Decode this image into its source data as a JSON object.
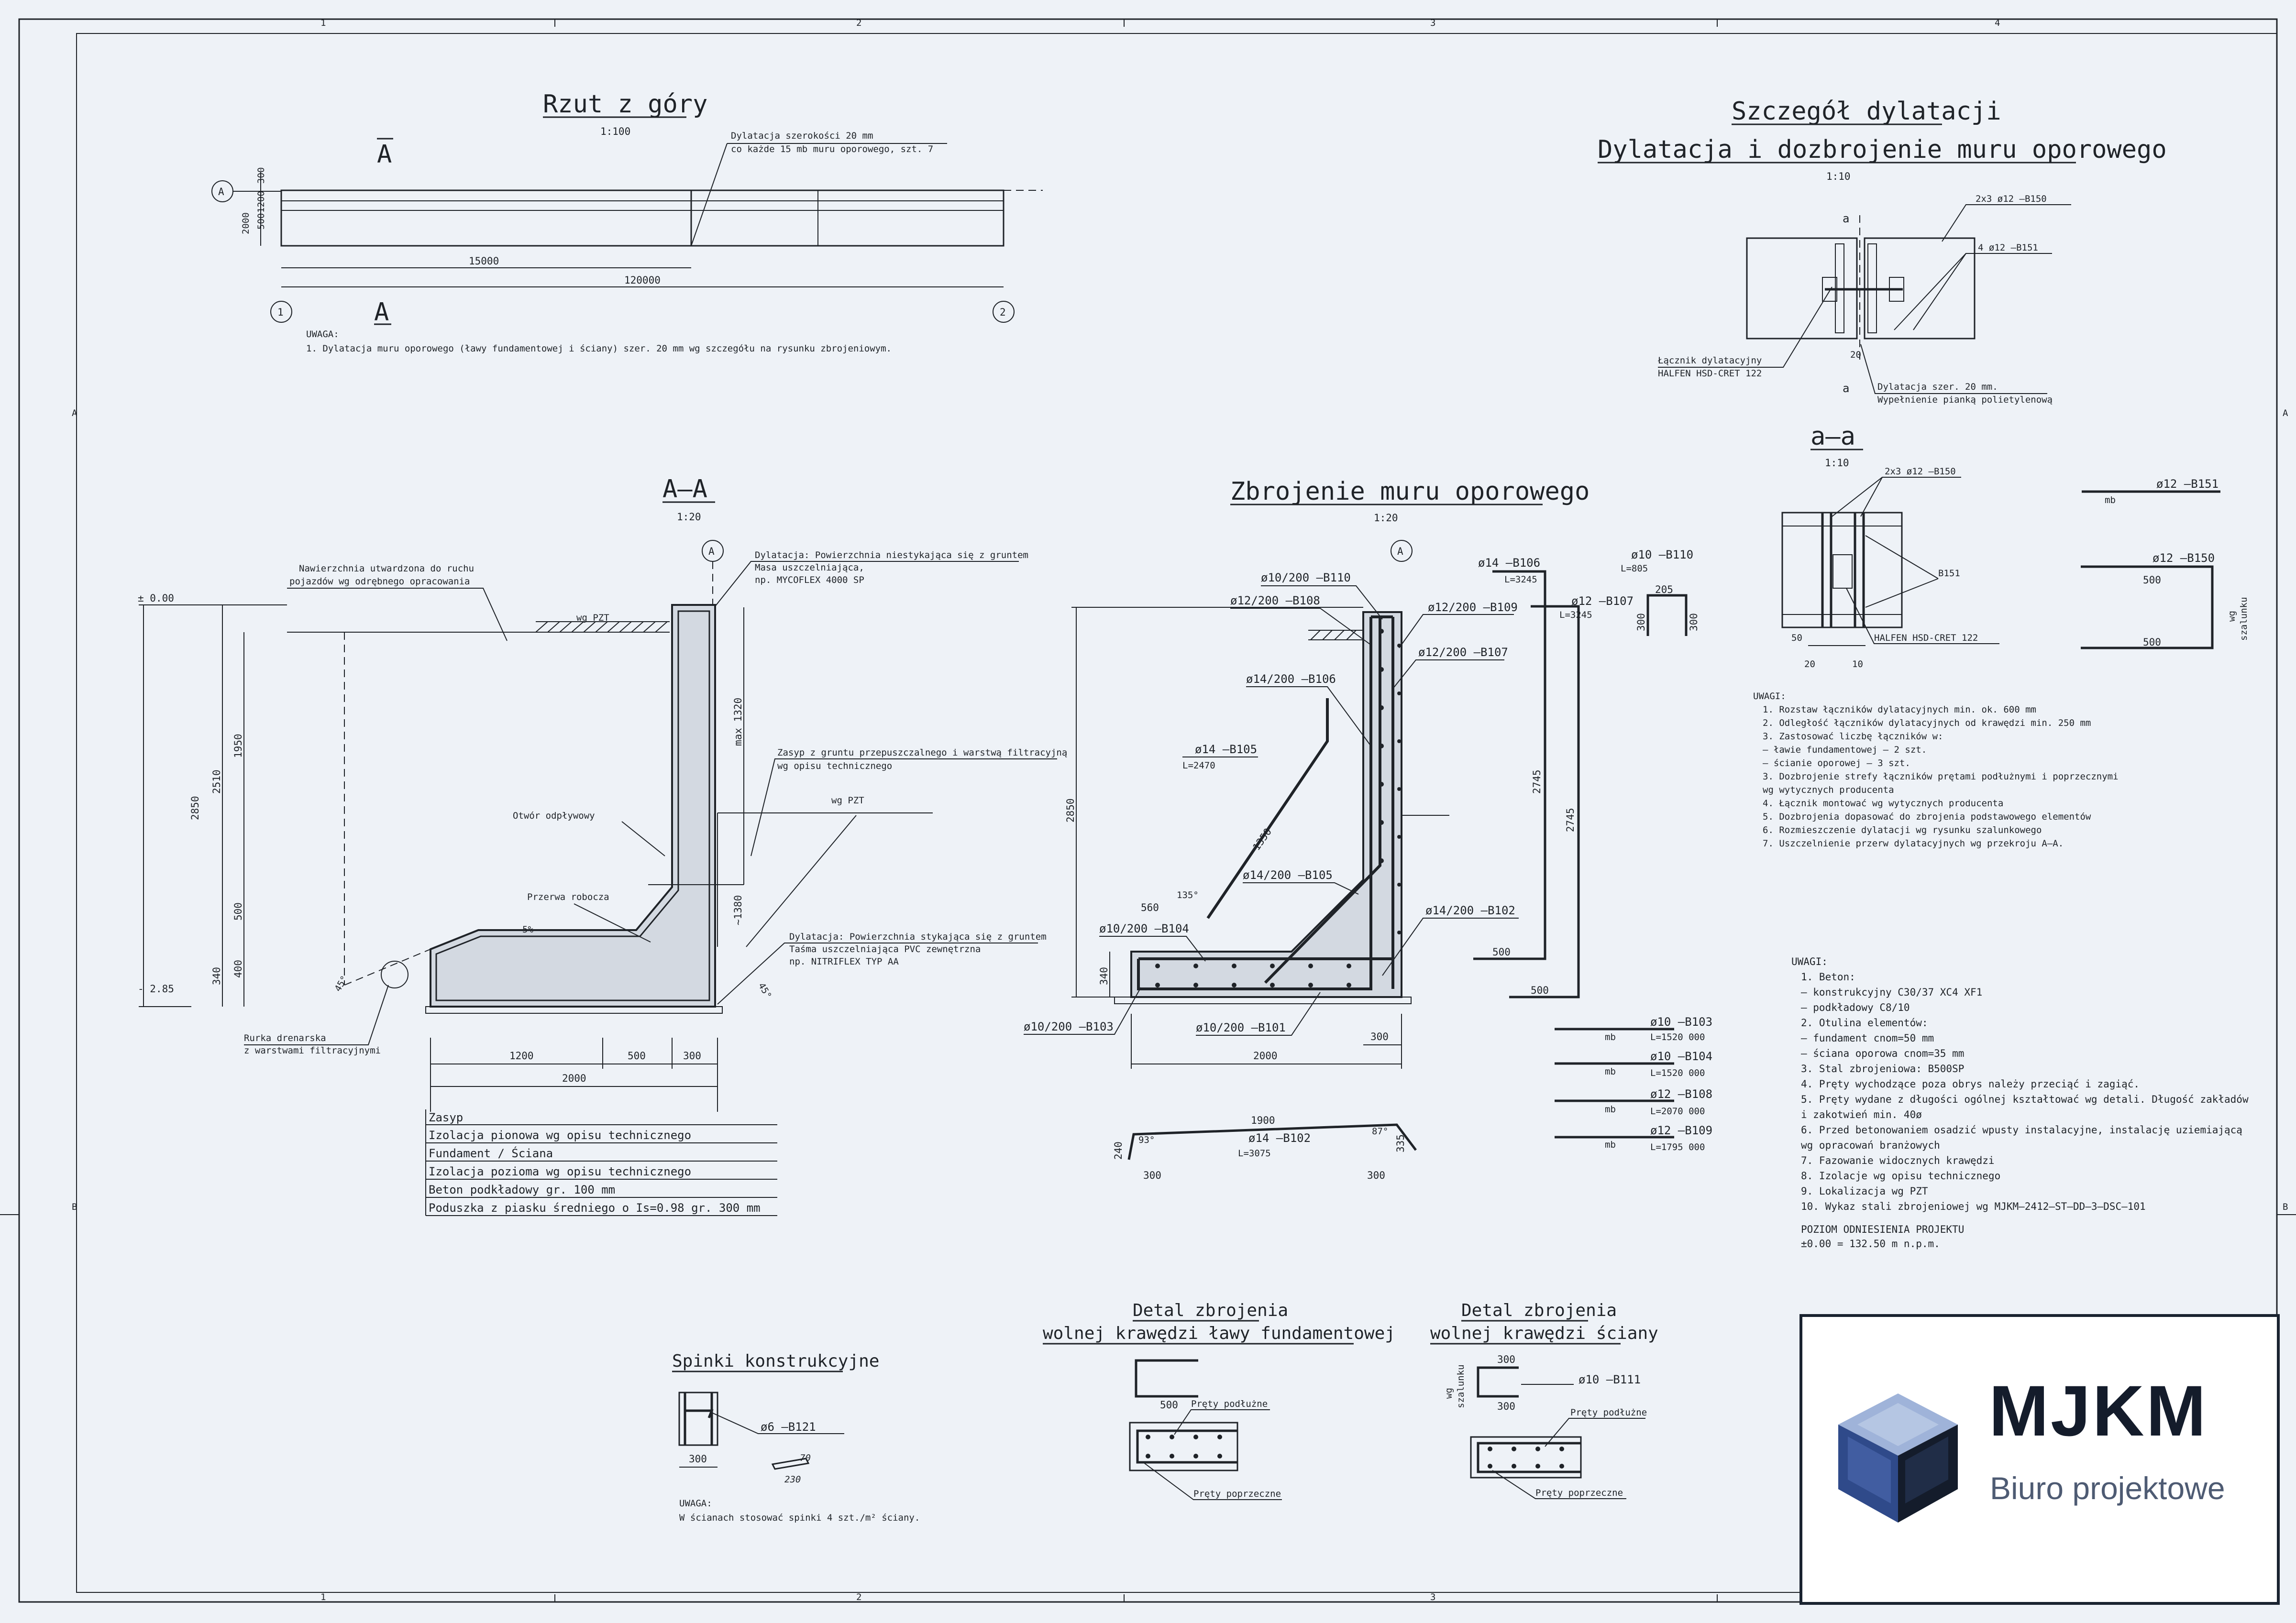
{
  "frame": {
    "col_labels": [
      "1",
      "2",
      "3",
      "4"
    ],
    "row_labels": [
      "A",
      "B"
    ]
  },
  "plan": {
    "title": "Rzut z góry",
    "scale": "1:100",
    "axis_a": "A",
    "axis_1": "1",
    "axis_2": "2",
    "section_mark": "A",
    "dim_300": "300",
    "dim_1200": "1200",
    "dim_500": "500",
    "dim_2000": "2000",
    "dim_15000": "15000",
    "dim_120000": "120000",
    "note_joint": [
      "Dylatacja szerokości 20 mm",
      "co każde 15 mb muru oporowego, szt. 7"
    ],
    "remark_title": "UWAGA:",
    "remark": "1. Dylatacja muru oporowego (ławy fundamentowej i ściany) szer. 20 mm wg szczegółu na rysunku zbrojeniowym."
  },
  "section": {
    "title": "A–A",
    "scale": "1:20",
    "axis": "A",
    "level_top": "± 0.00",
    "level_bottom": "- 2.85",
    "label_surface": [
      "Nawierzchnia utwardzona do ruchu",
      "pojazdów wg odrębnego opracowania"
    ],
    "label_joint_top": [
      "Dylatacja: Powierzchnia niestykająca się z gruntem",
      "Masa uszczelniająca,",
      "np. MYCOFLEX 4000 SP"
    ],
    "label_pzt": "wg PZT",
    "label_backfill": [
      "Zasyp z gruntu przepuszczalnego i warstwą filtracyjną",
      "wg opisu technicznego"
    ],
    "label_outlet": "Otwór odpływowy",
    "label_break": "Przerwa robocza",
    "label_slope": "5%",
    "label_joint_bottom": [
      "Dylatacja: Powierzchnia stykająca się z gruntem",
      "Taśma uszczelniająca PVC zewnętrzna",
      "np. NITRIFLEX TYP AA"
    ],
    "label_drain": [
      "Rurka drenarska",
      "z warstwami filtracyjnymi"
    ],
    "dims_left": [
      "2850",
      "2510",
      "1950",
      "500",
      "340",
      "400"
    ],
    "dim_max": "max 1320",
    "dim_1380": "~1380",
    "angle": "45°",
    "dims_bottom": [
      "1200",
      "500",
      "300"
    ],
    "dim_total": "2000",
    "layers": [
      "Zasyp",
      "Izolacja pionowa wg opisu technicznego",
      "Fundament / Ściana",
      "Izolacja pozioma wg opisu technicznego",
      "Beton podkładowy gr. 100 mm",
      "Poduszka z piasku średniego o Is=0.98 gr. 300 mm"
    ]
  },
  "reinf": {
    "title": "Zbrojenie muru oporowego",
    "scale": "1:20",
    "axis": "A",
    "labels": [
      "ø10/200 –B110",
      "ø12/200 –B108",
      "ø12/200 –B109",
      "ø12/200 –B107",
      "ø14/200 –B106",
      "ø14 –B105",
      "L=2470",
      "ø14/200 –B105",
      "ø14/200 –B102",
      "ø10/200 –B104",
      "ø10/200 –B103",
      "ø10/200 –B101"
    ],
    "dims": [
      "2850",
      "340",
      "560",
      "135°",
      "1350",
      "2000",
      "300"
    ],
    "bar_b106": {
      "name": "ø14 –B106",
      "L": "L=3245",
      "d1": "2745",
      "d2": "500"
    },
    "bar_b107": {
      "name": "ø12 –B107",
      "L": "L=3245",
      "d1": "2745",
      "d2": "500"
    },
    "bar_b110": {
      "name": "ø10 –B110",
      "L": "L=805",
      "d1": "205",
      "d2": "300",
      "d3": "300"
    },
    "bar_b102": {
      "name": "ø14 –B102",
      "L": "L=3075",
      "d1": "1900",
      "d2": "240",
      "d3": "335",
      "d4": "300",
      "d5": "300",
      "a1": "93°",
      "a2": "87°"
    },
    "mb_bars": [
      {
        "name": "ø10 –B103",
        "L": "L=1520 000",
        "u": "mb"
      },
      {
        "name": "ø10 –B104",
        "L": "L=1520 000",
        "u": "mb"
      },
      {
        "name": "ø12 –B108",
        "L": "L=2070 000",
        "u": "mb"
      },
      {
        "name": "ø12 –B109",
        "L": "L=1795 000",
        "u": "mb"
      }
    ]
  },
  "joint": {
    "title1": "Szczegół dylatacji",
    "title2": "Dylatacja i dozbrojenie muru oporowego",
    "scale": "1:10",
    "lbl_b150": "2x3 ø12 –B150",
    "lbl_b151": "4 ø12 –B151",
    "lbl_conn": [
      "Łącznik dylatacyjny",
      "HALFEN HSD-CRET 122"
    ],
    "lbl_gap": [
      "Dylatacja szer. 20 mm.",
      "Wypełnienie pianką polietylenową"
    ],
    "lbl_a": "a",
    "dim_20": "20"
  },
  "aa": {
    "title": "a–a",
    "scale": "1:10",
    "lbl_b150": "2x3 ø12 –B150",
    "lbl_b151": "B151",
    "lbl_halfen": "HALFEN HSD-CRET 122",
    "dims": [
      "50",
      "20",
      "10"
    ],
    "bar_b151": {
      "name": "ø12 –B151",
      "u": "mb"
    },
    "bar_b150": {
      "name": "ø12 –B150",
      "d1": "500",
      "d2": "500",
      "side": [
        "wg",
        "szalunku"
      ]
    }
  },
  "joint_notes": {
    "title": "UWAGI:",
    "items": [
      "1.   Rozstaw łączników dylatacyjnych min. ok. 600 mm",
      "2.   Odległość łączników dylatacyjnych od krawędzi min. 250 mm",
      "3.   Zastosować liczbę łączników w:",
      "–    ławie fundamentowej – 2 szt.",
      "–    ścianie oporowej – 3 szt.",
      "3.   Dozbrojenie strefy łączników prętami podłużnymi i poprzecznymi",
      "      wg wytycznych producenta",
      "4.   Łącznik montować wg wytycznych producenta",
      "5.   Dozbrojenia dopasować do zbrojenia podstawowego elementów",
      "6.   Rozmieszczenie dylatacji wg rysunku szalunkowego",
      "7.   Uszczelnienie przerw dylatacyjnych wg przekroju A–A."
    ]
  },
  "main_notes": {
    "title": "UWAGI:",
    "items": [
      "1.   Beton:",
      "–    konstrukcyjny   C30/37 XC4 XF1",
      "–    podkładowy      C8/10",
      "2.   Otulina elementów:",
      "–    fundament          cnom=50 mm",
      "–    ściana oporowa     cnom=35 mm",
      "3.   Stal zbrojeniowa: B500SP",
      "4.   Pręty wychodzące poza obrys należy przeciąć i zagiąć.",
      "5.   Pręty wydane z długości ogólnej kształtować wg detali. Długość zakładów",
      "      i zakotwień min. 40ø",
      "6.   Przed betonowaniem osadzić wpusty instalacyjne, instalację uziemiającą",
      "      wg opracowań branżowych",
      "7.   Fazowanie widocznych krawędzi",
      "8.   Izolacje wg opisu technicznego",
      "9.   Lokalizacja wg PZT",
      "10.  Wykaz stali zbrojeniowej wg MJKM–2412–ST–DD–3–DSC–101"
    ],
    "level_title": "POZIOM ODNIESIENIA PROJEKTU",
    "level_value": "±0.00 = 132.50 m n.p.m."
  },
  "ties": {
    "title": "Spinki konstrukcyjne",
    "label": "ø6 –B121",
    "dim_300": "300",
    "dim_70": "70",
    "dim_230": "230",
    "remark_title": "UWAGA:",
    "remark": "W ścianach stosować spinki 4 szt./m² ściany."
  },
  "detail_footing": {
    "title1": "Detal zbrojenia",
    "title2": "wolnej krawędzi ławy fundamentowej",
    "dim": "500",
    "lbl_long": "Pręty podłużne",
    "lbl_trans": "Pręty poprzeczne"
  },
  "detail_wall": {
    "title1": "Detal zbrojenia",
    "title2": "wolnej krawędzi ściany",
    "dim1": "300",
    "dim2": "300",
    "bar": "ø10 –B111",
    "side": [
      "wg",
      "szalunku"
    ],
    "lbl_long": "Pręty podłużne",
    "lbl_trans": "Pręty poprzeczne"
  },
  "logo": {
    "name": "MJKM",
    "subtitle": "Biuro projektowe",
    "colors": {
      "dark": "#141c2b",
      "accent": "#2f4a8a",
      "light": "#9fb3d9"
    }
  }
}
